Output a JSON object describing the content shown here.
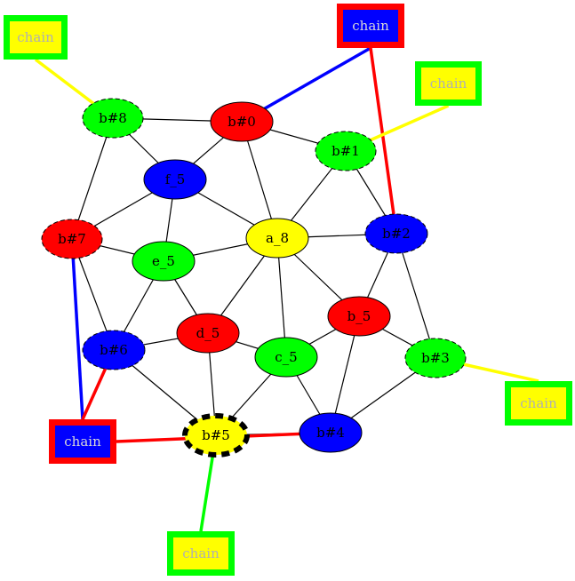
{
  "colors": {
    "red": "#ff0000",
    "green": "#00ff00",
    "blue": "#0000ff",
    "yellow": "#ffff00",
    "black": "#000000",
    "chain_text_on_yellow": "#b0b0b0",
    "chain_text_on_blue": "#d8d8d8"
  },
  "nodes": {
    "b0": {
      "label": "b#0",
      "fill": "red",
      "border": "solid"
    },
    "b1": {
      "label": "b#1",
      "fill": "green",
      "border": "dashed"
    },
    "b2": {
      "label": "b#2",
      "fill": "blue",
      "border": "dashed"
    },
    "b3": {
      "label": "b#3",
      "fill": "green",
      "border": "dashed"
    },
    "b4": {
      "label": "b#4",
      "fill": "blue",
      "border": "solid"
    },
    "b5": {
      "label": "b#5",
      "fill": "yellow",
      "border": "thick-dashed"
    },
    "b6": {
      "label": "b#6",
      "fill": "blue",
      "border": "dashed"
    },
    "b7": {
      "label": "b#7",
      "fill": "red",
      "border": "dashed"
    },
    "b8": {
      "label": "b#8",
      "fill": "green",
      "border": "dashed"
    },
    "a8": {
      "label": "a_8",
      "fill": "yellow",
      "border": "solid"
    },
    "b5n": {
      "label": "b_5",
      "fill": "red",
      "border": "solid"
    },
    "c5": {
      "label": "c_5",
      "fill": "green",
      "border": "solid"
    },
    "d5": {
      "label": "d_5",
      "fill": "red",
      "border": "solid"
    },
    "e5": {
      "label": "e_5",
      "fill": "green",
      "border": "solid"
    },
    "f5": {
      "label": "f_5",
      "fill": "blue",
      "border": "solid"
    }
  },
  "chains": {
    "c1": {
      "label": "chain",
      "fill": "yellow",
      "border": "green"
    },
    "c2": {
      "label": "chain",
      "fill": "blue",
      "border": "red"
    },
    "c3": {
      "label": "chain",
      "fill": "yellow",
      "border": "green"
    },
    "c4": {
      "label": "chain",
      "fill": "blue",
      "border": "red"
    },
    "c5": {
      "label": "chain",
      "fill": "yellow",
      "border": "green"
    },
    "c6": {
      "label": "chain",
      "fill": "yellow",
      "border": "green"
    }
  },
  "edges": [
    [
      "b8",
      "b0"
    ],
    [
      "b8",
      "f5"
    ],
    [
      "b8",
      "b7"
    ],
    [
      "b0",
      "f5"
    ],
    [
      "b0",
      "b1"
    ],
    [
      "b0",
      "a8"
    ],
    [
      "b1",
      "a8"
    ],
    [
      "b1",
      "b2"
    ],
    [
      "f5",
      "b7"
    ],
    [
      "f5",
      "e5"
    ],
    [
      "f5",
      "a8"
    ],
    [
      "b7",
      "e5"
    ],
    [
      "b7",
      "b6"
    ],
    [
      "e5",
      "a8"
    ],
    [
      "e5",
      "b6"
    ],
    [
      "e5",
      "d5"
    ],
    [
      "a8",
      "b2"
    ],
    [
      "a8",
      "b5n"
    ],
    [
      "a8",
      "c5"
    ],
    [
      "a8",
      "d5"
    ],
    [
      "b2",
      "b5n"
    ],
    [
      "b2",
      "b3"
    ],
    [
      "b5n",
      "c5"
    ],
    [
      "b5n",
      "b3"
    ],
    [
      "b5n",
      "b4"
    ],
    [
      "d5",
      "b6"
    ],
    [
      "d5",
      "c5"
    ],
    [
      "d5",
      "b5"
    ],
    [
      "c5",
      "b5"
    ],
    [
      "c5",
      "b4"
    ],
    [
      "b6",
      "b5"
    ],
    [
      "b3",
      "b4"
    ],
    [
      "b4",
      "b5"
    ]
  ],
  "chain_links": [
    {
      "chain": "c1",
      "node": "b8",
      "color": "yellow"
    },
    {
      "chain": "c2",
      "node": "b0",
      "color": "blue"
    },
    {
      "chain": "c2",
      "node": "b2",
      "color": "red"
    },
    {
      "chain": "c3",
      "node": "b1",
      "color": "yellow"
    },
    {
      "chain": "c4",
      "node": "b7",
      "color": "blue"
    },
    {
      "chain": "c4",
      "node": "b6",
      "color": "red"
    },
    {
      "chain": "c4",
      "node": "b4",
      "color": "red"
    },
    {
      "chain": "c5",
      "node": "b3",
      "color": "yellow"
    },
    {
      "chain": "c6",
      "node": "b5",
      "color": "green"
    }
  ]
}
